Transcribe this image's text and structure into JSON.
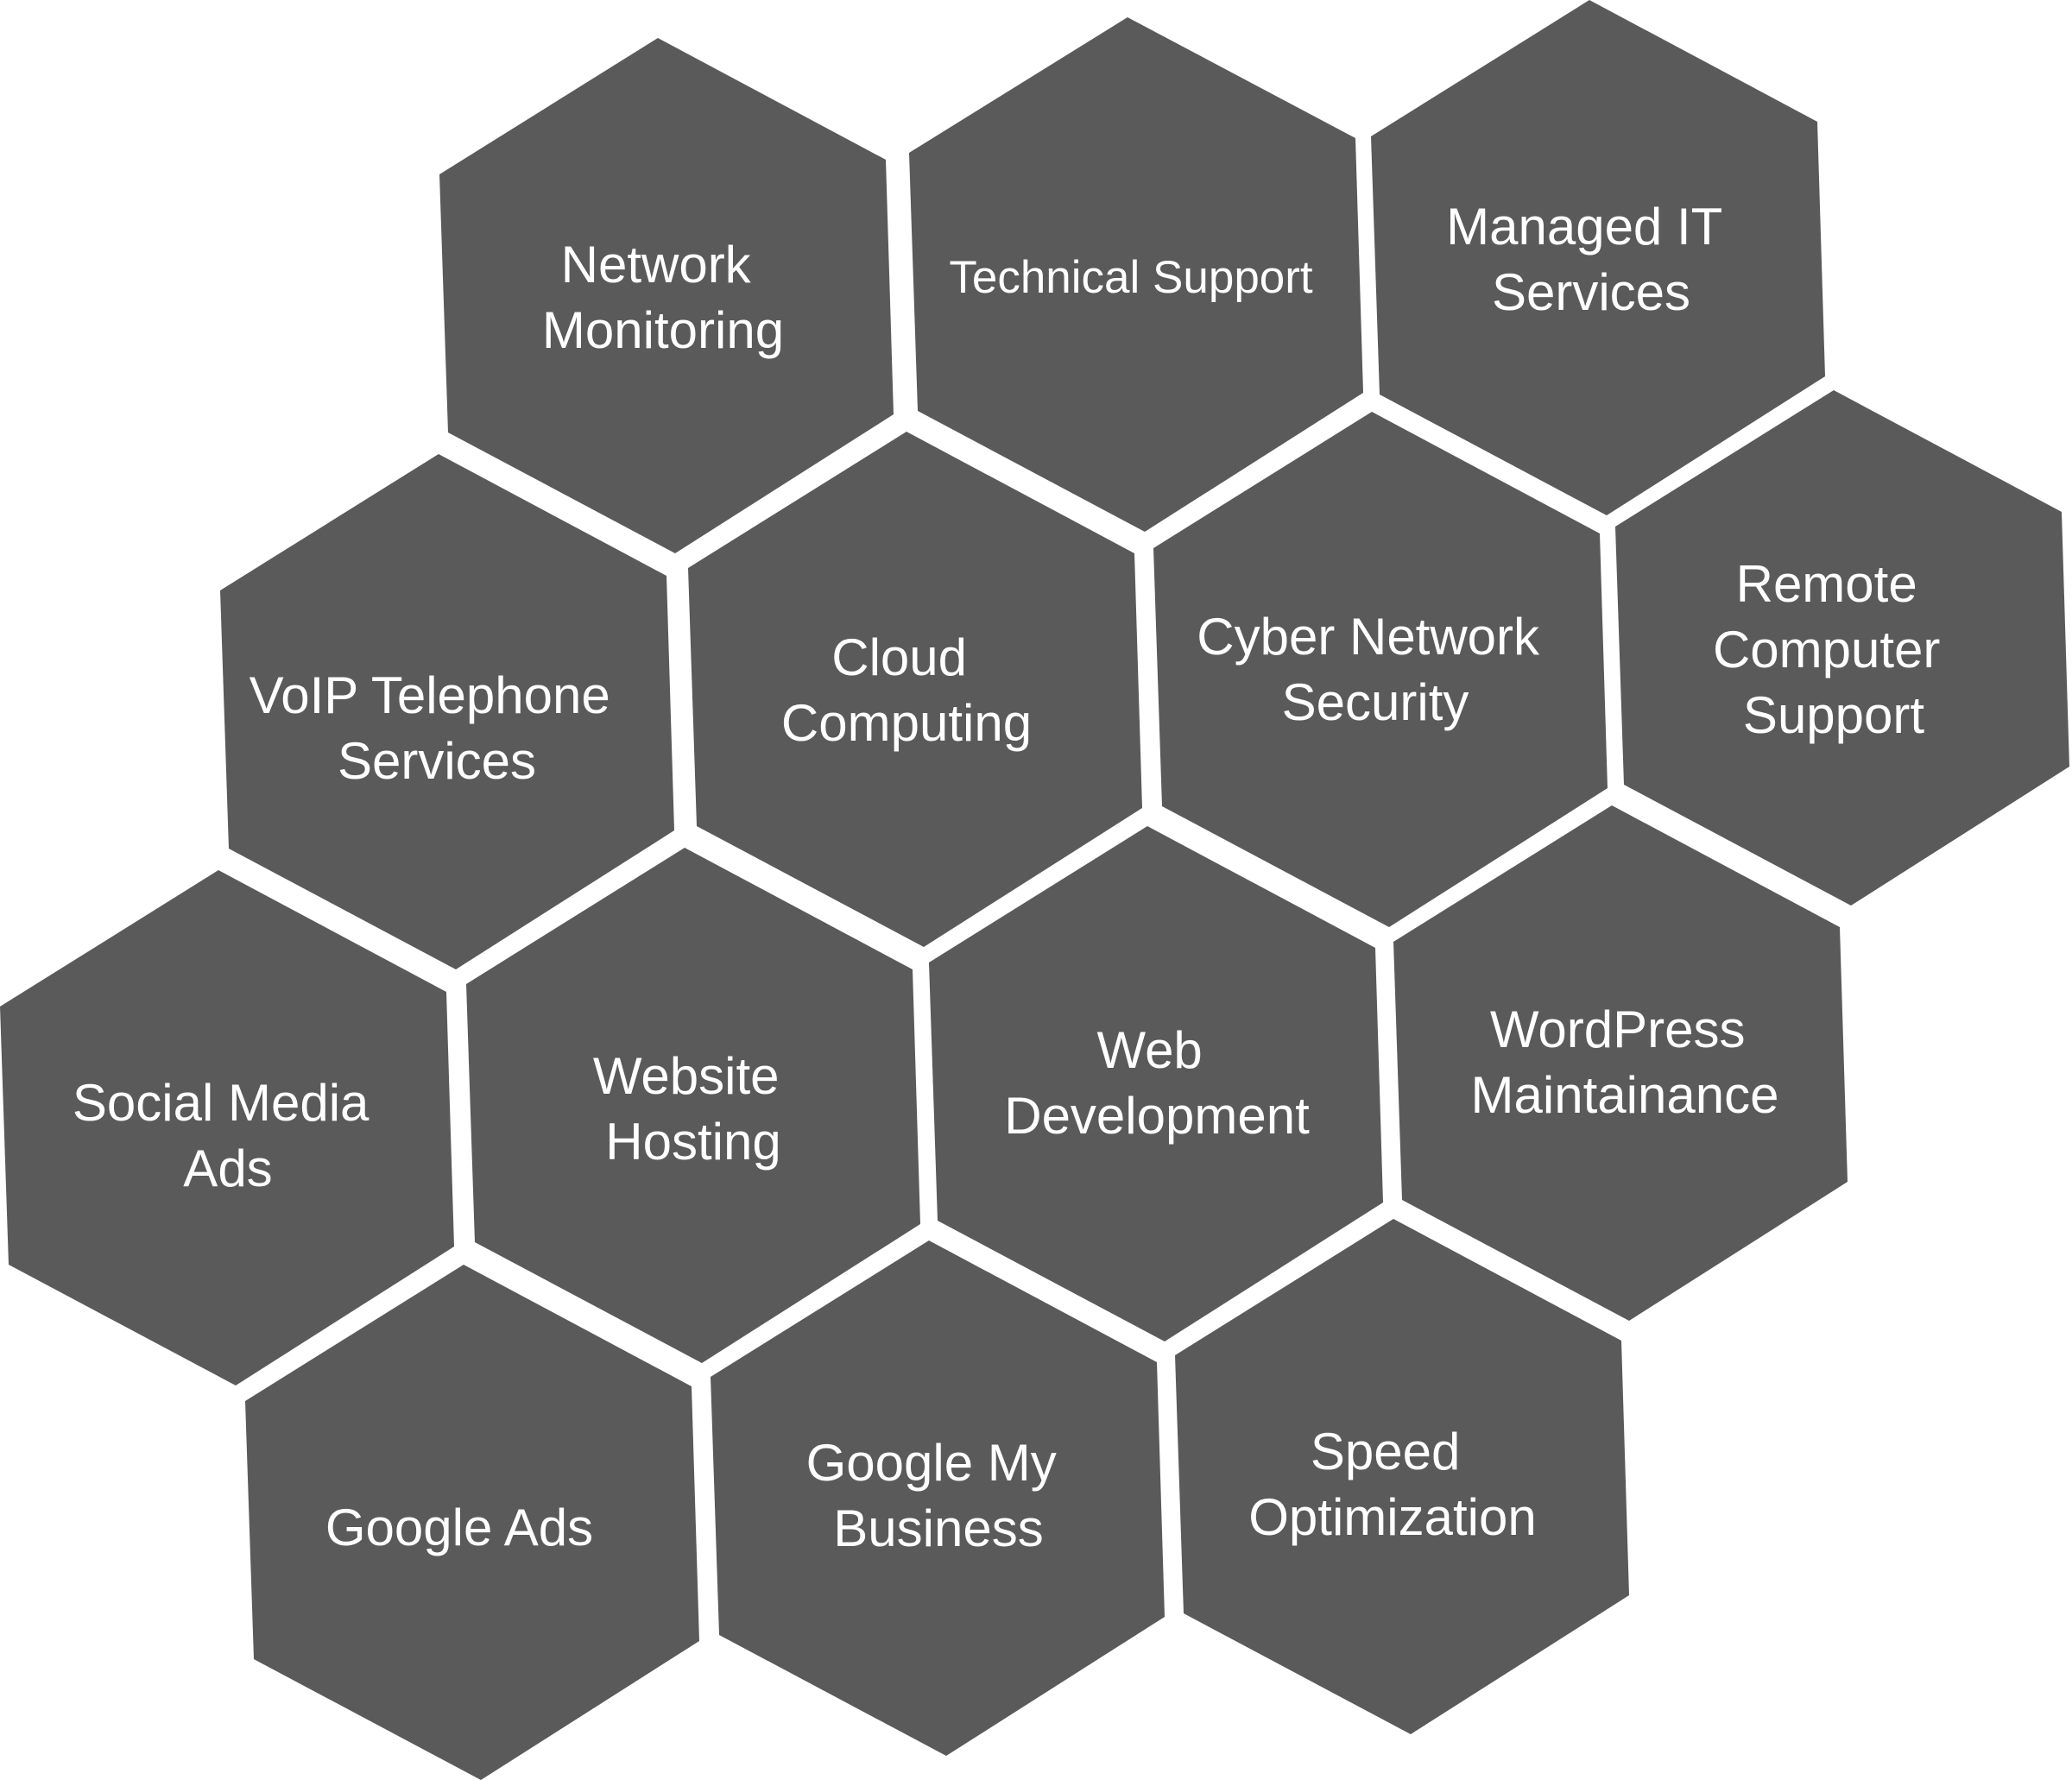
{
  "diagram": {
    "fill_color": "#5a5a5a",
    "text_color": "#ffffff",
    "background": "#ffffff",
    "tiles": [
      {
        "id": "network-monitoring",
        "lines": [
          "Network",
          "Monitoring"
        ]
      },
      {
        "id": "technical-support",
        "lines": [
          "Technical Support"
        ]
      },
      {
        "id": "managed-it-services",
        "lines": [
          "Managed IT",
          "Services"
        ]
      },
      {
        "id": "voip-telephone-services",
        "lines": [
          "VoIP Telephone",
          "Services"
        ]
      },
      {
        "id": "cloud-computing",
        "lines": [
          "Cloud",
          "Computing"
        ]
      },
      {
        "id": "cyber-network-security",
        "lines": [
          "Cyber Network",
          "Security"
        ]
      },
      {
        "id": "remote-computer-support",
        "lines": [
          "Remote",
          "Computer",
          "Support"
        ]
      },
      {
        "id": "social-media-ads",
        "lines": [
          "Social Media",
          "Ads"
        ]
      },
      {
        "id": "website-hosting",
        "lines": [
          "Website",
          "Hosting"
        ]
      },
      {
        "id": "web-development",
        "lines": [
          "Web",
          "Development"
        ]
      },
      {
        "id": "wordpress-maintainance",
        "lines": [
          "WordPress",
          "Maintainance"
        ]
      },
      {
        "id": "google-ads",
        "lines": [
          "Google Ads"
        ]
      },
      {
        "id": "google-my-business",
        "lines": [
          "Google My",
          "Business"
        ]
      },
      {
        "id": "speed-optimization",
        "lines": [
          "Speed",
          "Optimization"
        ]
      }
    ]
  }
}
